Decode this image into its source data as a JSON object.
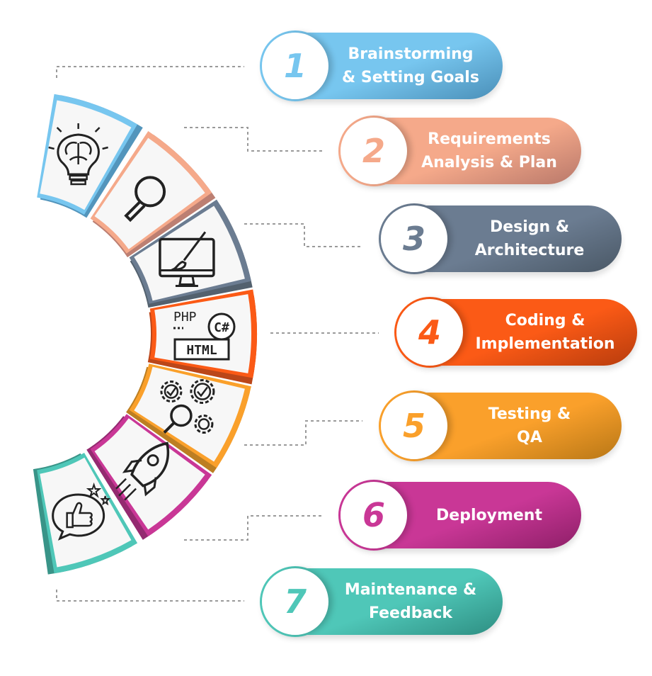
{
  "steps": [
    {
      "number": "1",
      "line1": "Brainstorming",
      "line2": "& Setting Goals",
      "color": "#77c6ef",
      "dark": "#4a8fb8",
      "icon": "brain-lightbulb-icon"
    },
    {
      "number": "2",
      "line1": "Requirements",
      "line2": "Analysis & Plan",
      "color": "#f5a98a",
      "dark": "#b8786a",
      "icon": "magnifier-icon"
    },
    {
      "number": "3",
      "line1": "Design &",
      "line2": "Architecture",
      "color": "#6b7c91",
      "dark": "#4a5866",
      "icon": "monitor-paintbrush-icon"
    },
    {
      "number": "4",
      "line1": "Coding &",
      "line2": "Implementation",
      "color": "#fb5a16",
      "dark": "#b73c0d",
      "icon": "code-languages-icon"
    },
    {
      "number": "5",
      "line1": "Testing &",
      "line2": "QA",
      "color": "#faa02b",
      "dark": "#b87716",
      "icon": "gears-check-icon"
    },
    {
      "number": "6",
      "line1": "Deployment",
      "line2": "",
      "color": "#c93796",
      "dark": "#8e1f68",
      "icon": "rocket-icon"
    },
    {
      "number": "7",
      "line1": "Maintenance &",
      "line2": "Feedback",
      "color": "#4fc7b8",
      "dark": "#2e8e82",
      "icon": "thumbs-up-chat-icon"
    }
  ],
  "icon_text": {
    "php": "PHP",
    "csharp": "C#",
    "html": "HTML"
  }
}
